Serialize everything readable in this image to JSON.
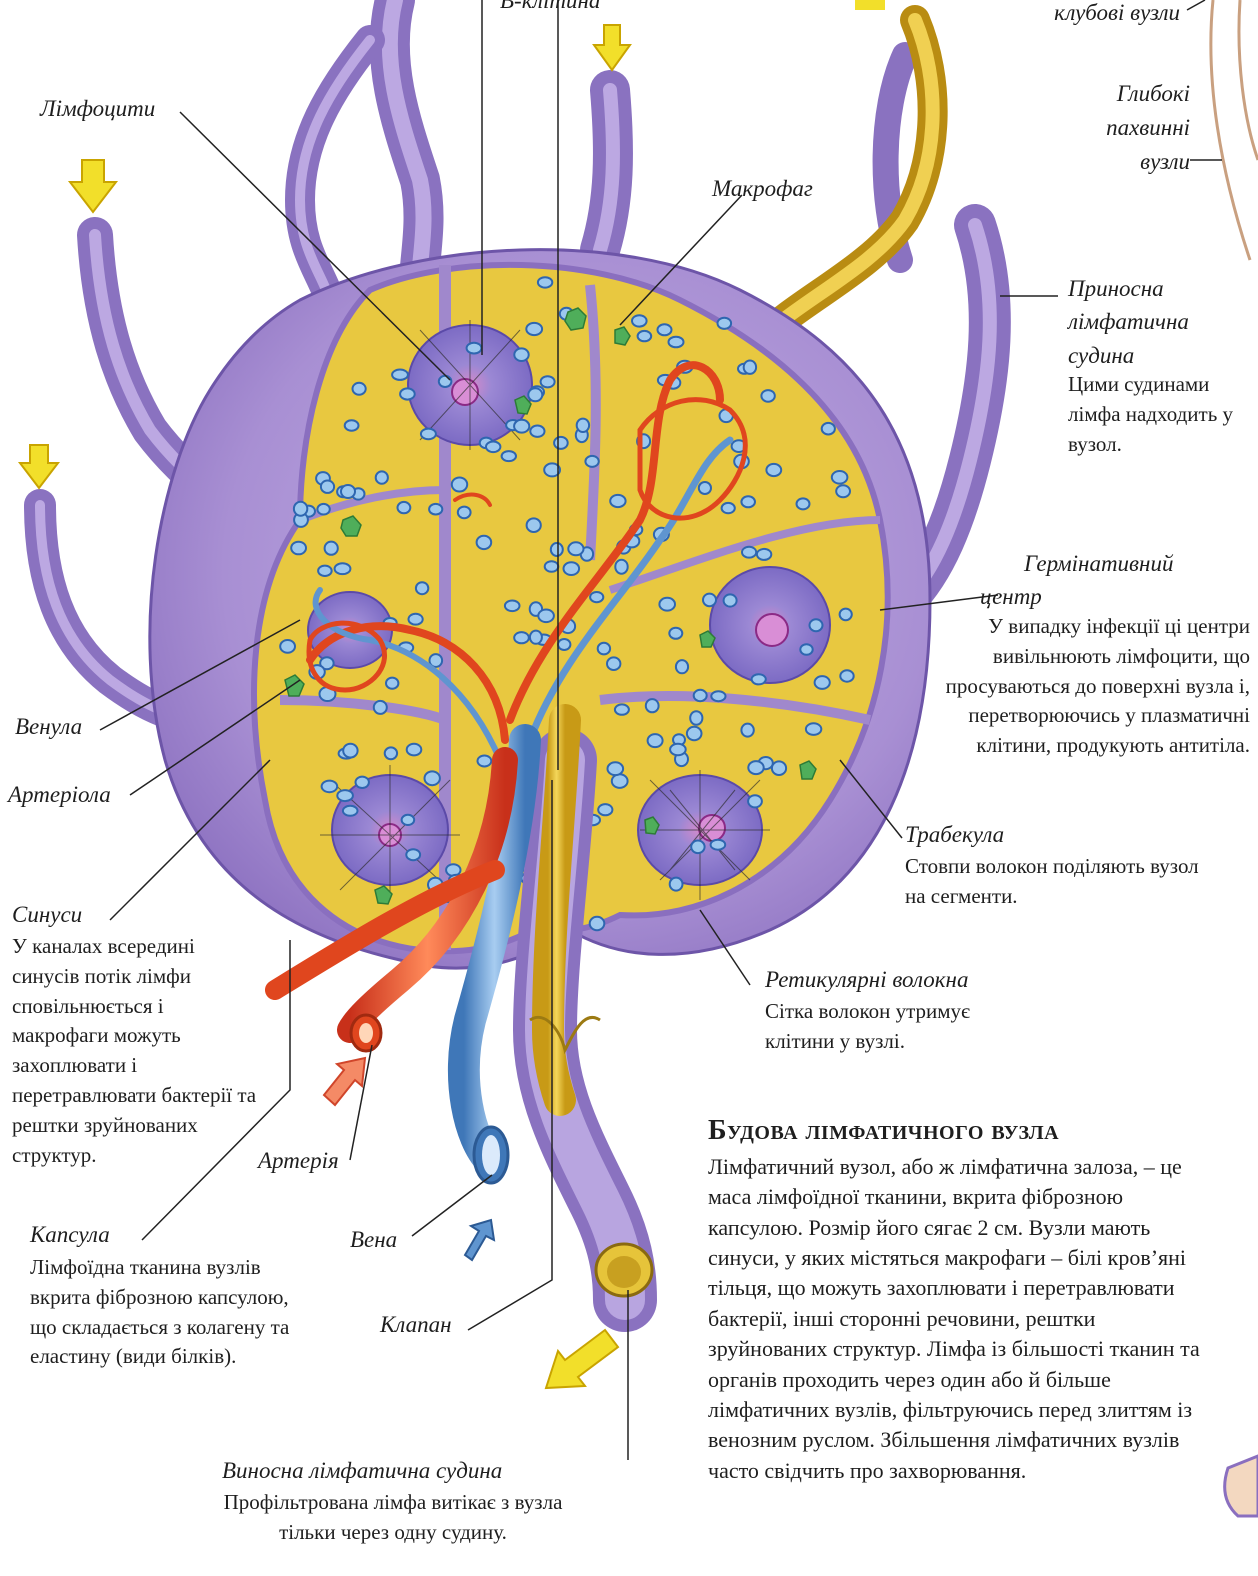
{
  "diagram": {
    "title": "Будова лімфатичного вузла",
    "intro": "Лімфатичний вузол, або ж лімфатична залоза, – це маса лімфоїдної тканини, вкрита фіброзною капсулою. Розмір його сягає 2 см. Вузли мають синуси, у яких містяться макрофаги – білі кров’яні тільця, що можуть захоплювати і перетравлювати бактерії, інші сторонні речовини, рештки зруйнованих структур. Лімфа із більшості тканин та органів проходить через один або й більше лімфатичних вузлів, фільтруючись перед злиттям із венозним руслом. Збільшення лімфатичних вузлів часто свідчить про захворювання."
  },
  "labels": {
    "b_cell": "В-клітина",
    "iliac_nodes": "клубові вузли",
    "deep_inguinal": "Глибокі пахвинні вузли",
    "lymphocytes": "Лімфоцити",
    "macrophage": "Макрофаг",
    "afferent": {
      "name": "Приносна лімфатична судина",
      "desc": "Цими судинами лімфа надходить у вузол."
    },
    "germinal": {
      "name": "Гермінативний центр",
      "desc": "У випадку інфекції ці центри вивільнюють лімфоцити, що просуваються до поверхні вузла і, перетворюючись у плазматичні клітини, продукують антитіла."
    },
    "venule": "Венула",
    "arteriole": "Артеріола",
    "trabecula": {
      "name": "Трабекула",
      "desc": "Стовпи волокон поділяють вузол на сегменти."
    },
    "sinuses": {
      "name": "Синуси",
      "desc": "У каналах всередині синусів потік лімфи сповільнюється і макрофаги можуть захоплювати і перетравлювати бактерії та рештки зруйнованих структур."
    },
    "reticular": {
      "name": "Ретикулярні волокна",
      "desc": "Сітка волокон утримує клітини у вузлі."
    },
    "artery": "Артерія",
    "capsule": {
      "name": "Капсула",
      "desc": "Лімфоїдна тканина вузлів вкрита фіброзною капсулою, що складається з колагену та еластину (види білків)."
    },
    "vein": "Вена",
    "valve": "Клапан",
    "efferent": {
      "name": "Виносна лімфатична судина",
      "desc": "Профільтрована лімфа витікає з вузла тільки через одну судину."
    }
  },
  "colors": {
    "vessel_lilac": "#9c86c8",
    "capsule_purple": "#a98fd0",
    "lymph_yellow": "#e4c23a",
    "artery_red": "#e0461e",
    "vein_blue": "#5f95d0",
    "arrow_yellow": "#f2df2a"
  }
}
